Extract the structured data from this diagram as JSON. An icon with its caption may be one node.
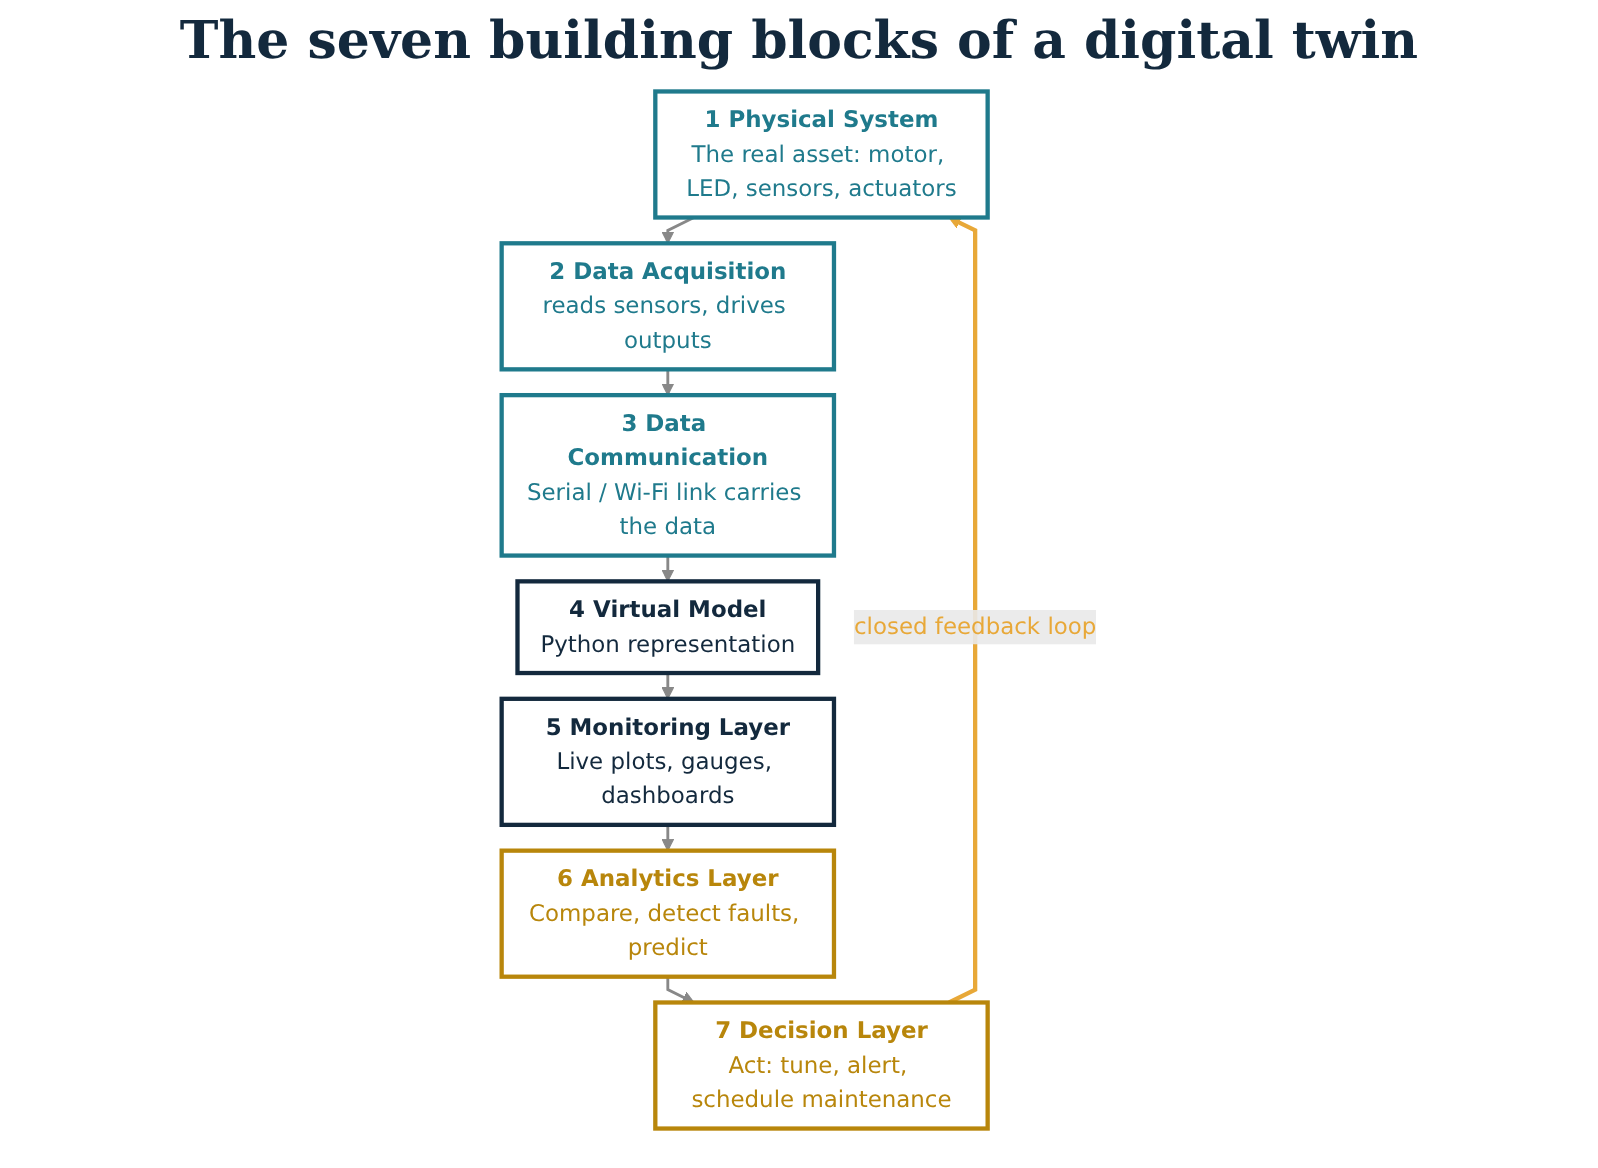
{
  "diagram": {
    "title": "The seven building blocks of a digital twin",
    "nodes": [
      {
        "text": [
          "1 Physical System",
          "The real asset: motor, LED, sensors, actuators"
        ]
      },
      {
        "text": [
          "2 Data Acquisition",
          "reads sensors, drives outputs"
        ]
      },
      {
        "text": [
          "3 Data Communication",
          "Serial / Wi-Fi link carries the data"
        ]
      },
      {
        "text": [
          "4 Virtual Model",
          "Python representation"
        ]
      },
      {
        "text": [
          "5 Monitoring Layer",
          "Live plots, gauges, dashboards"
        ]
      },
      {
        "text": [
          "6 Analytics Layer",
          "Compare, detect faults, predict"
        ]
      },
      {
        "text": [
          "7 Decision Layer",
          "Act: tune, alert, schedule maintenance"
        ]
      }
    ],
    "edges": [
      {
        "from": 0,
        "to": 1,
        "arrow": "to"
      },
      {
        "from": 1,
        "to": 2,
        "arrow": "to"
      },
      {
        "from": 2,
        "to": 3,
        "arrow": "to"
      },
      {
        "from": 3,
        "to": 4,
        "arrow": "to"
      },
      {
        "from": 4,
        "to": 5,
        "arrow": "to"
      },
      {
        "from": 5,
        "to": 6,
        "arrow": "to"
      },
      {
        "from": 6,
        "to": 0,
        "arrow": "to",
        "label": "closed feedback loop",
        "color": "#e8a838"
      }
    ]
  }
}
